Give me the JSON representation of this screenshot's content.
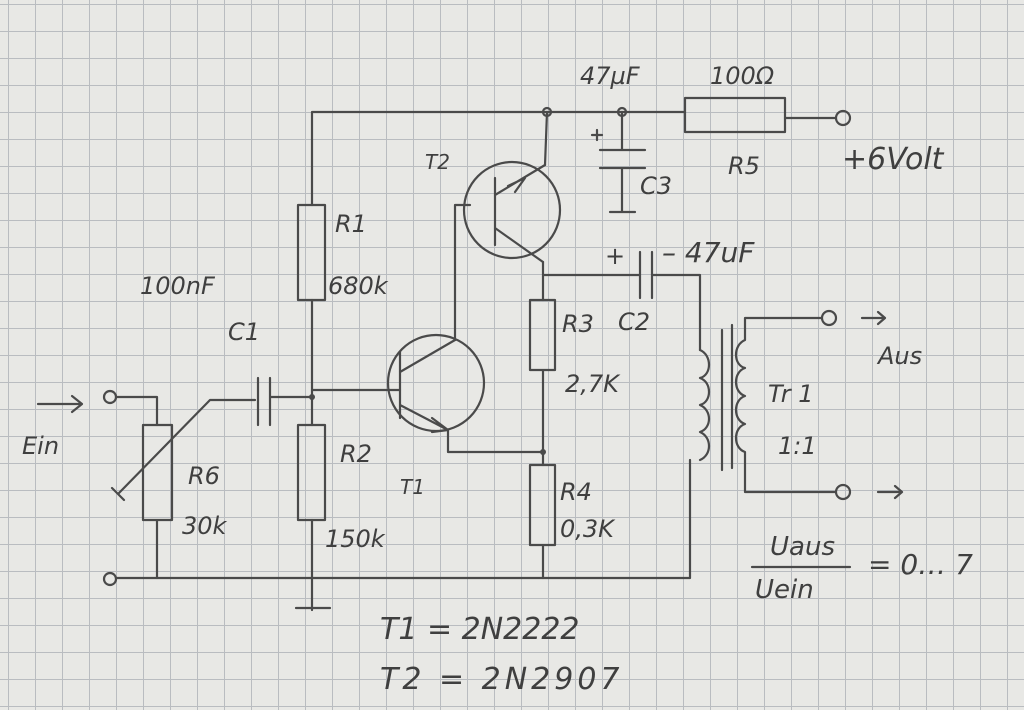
{
  "labels": {
    "c3_value": "47µF",
    "r5_value": "100Ω",
    "supply": "+6Volt",
    "r5": "R5",
    "c3": "C3",
    "t2": "T2",
    "r1": "R1",
    "r1_value": "680k",
    "c1_value": "100nF",
    "c1": "C1",
    "c2_plus": "+",
    "c2_value": "– 47uF",
    "c2": "C2",
    "r3": "R3",
    "r3_value": "2,7K",
    "tr1": "Tr 1",
    "tr1_ratio": "1:1",
    "output": "Aus",
    "input": "Ein",
    "r6": "R6",
    "r6_value": "30k",
    "r2": "R2",
    "r2_value": "150k",
    "t1": "T1",
    "r4": "R4",
    "r4_value": "0,3K",
    "gain_num": "Uaus",
    "gain_den": "Uein",
    "gain_value": "= 0… 7",
    "t1_type": "T1 = 2N2222",
    "t2_type": "T2 = 2N2907"
  }
}
